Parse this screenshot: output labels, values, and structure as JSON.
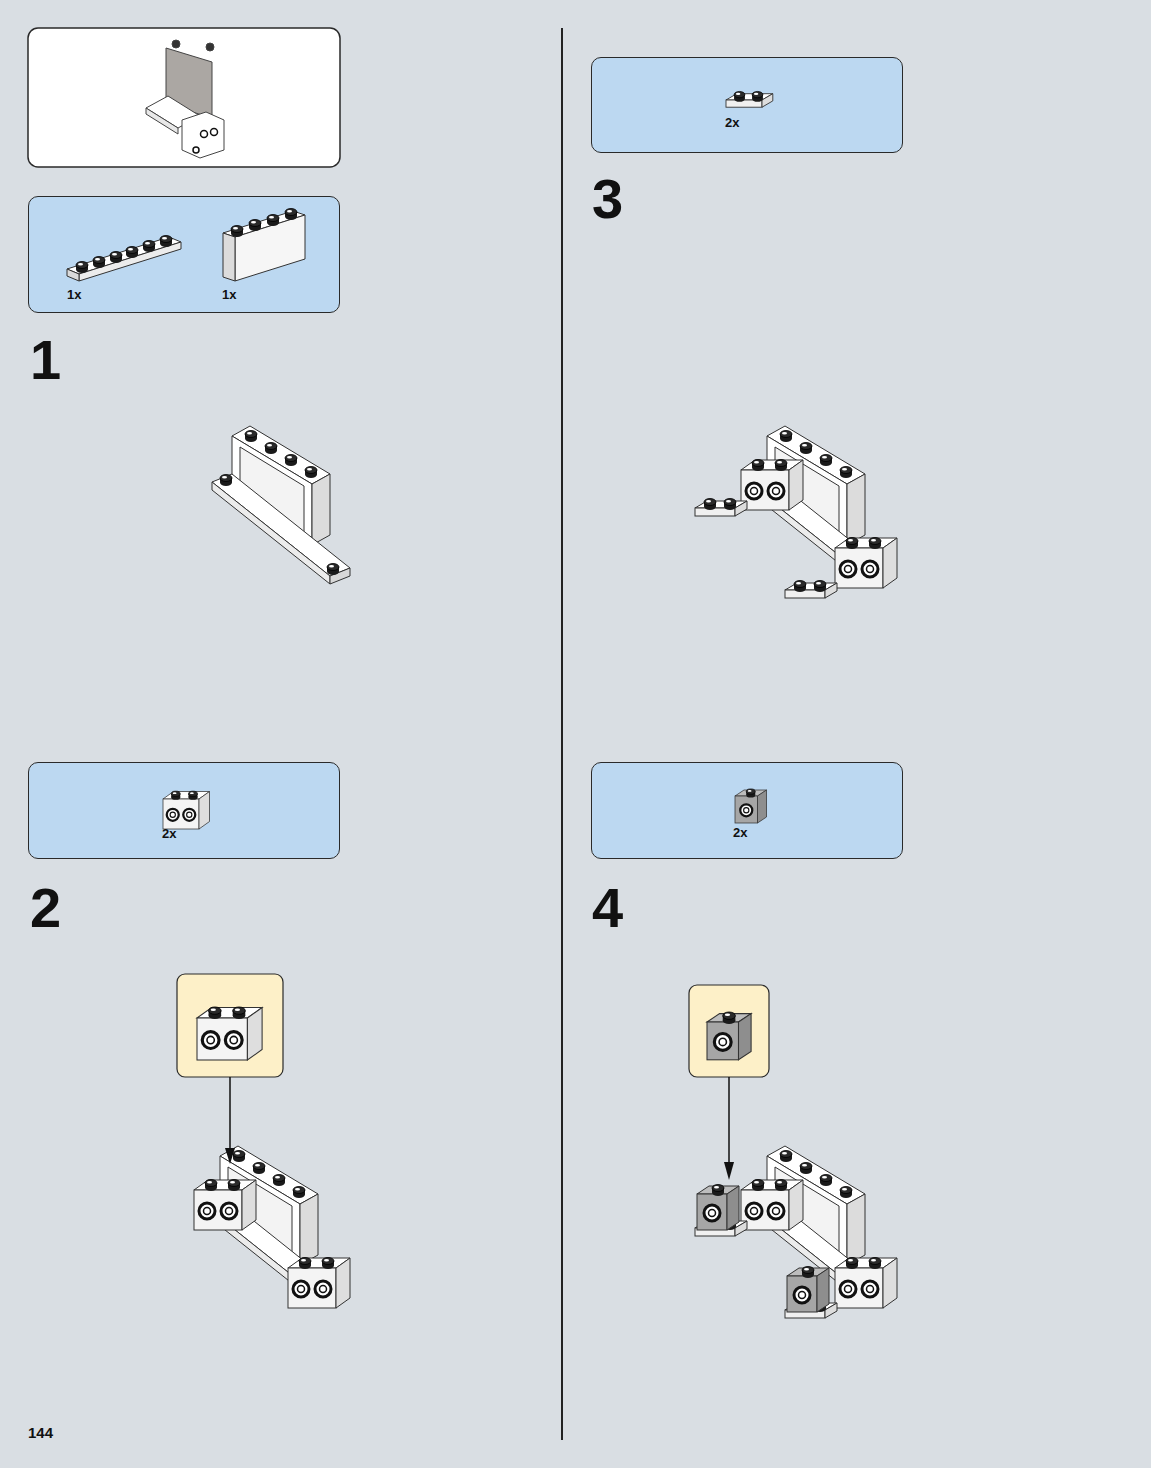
{
  "diagram": {
    "nodes": [
      {
        "text": [
          "1x",
          "1x"
        ]
      },
      {
        "text": [
          "2x"
        ]
      },
      {
        "text": [
          "2x"
        ]
      },
      {
        "text": [
          "2x"
        ]
      }
    ],
    "labels": [
      "1",
      "2",
      "3",
      "4",
      "144"
    ]
  }
}
